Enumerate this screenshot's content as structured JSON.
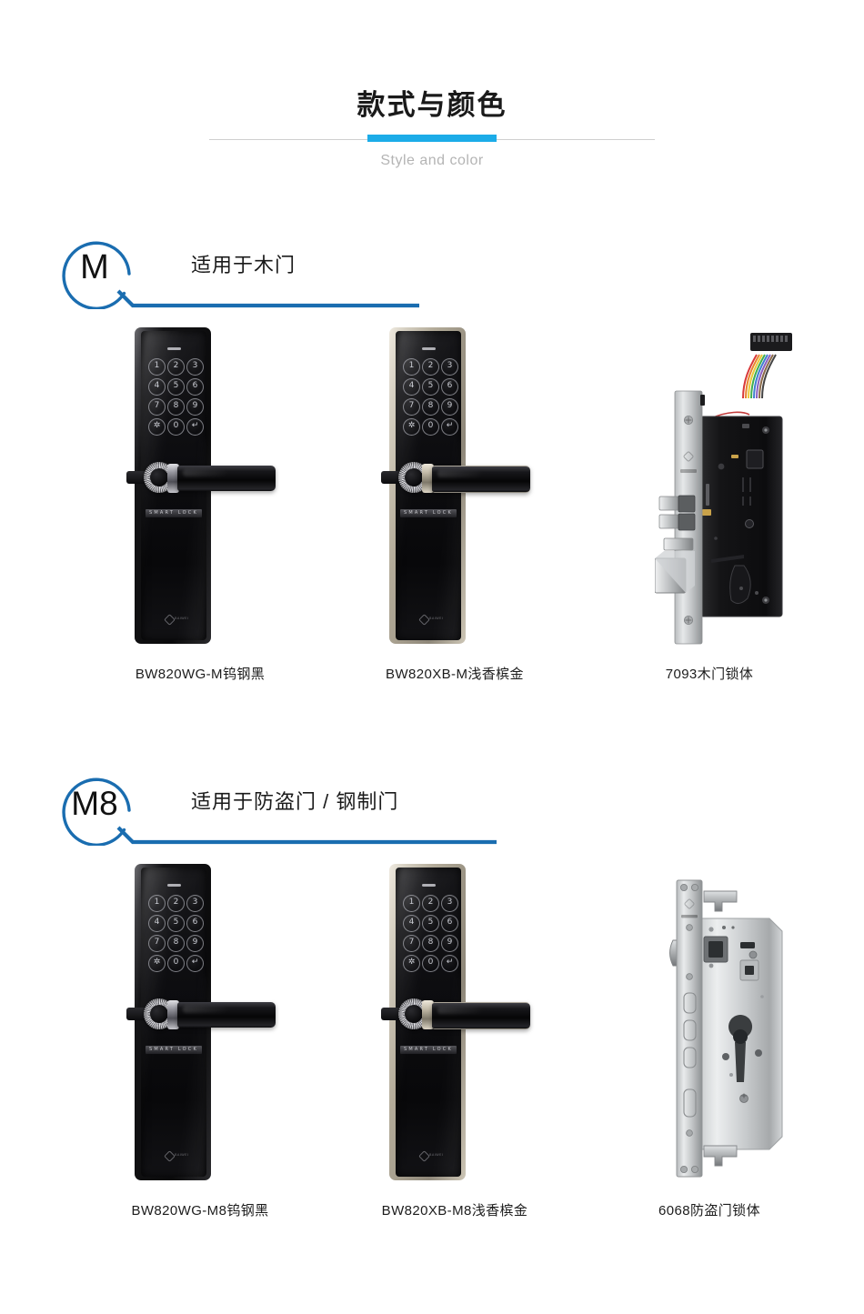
{
  "page": {
    "background": "#ffffff",
    "accent_cyan": "#1cace8",
    "accent_blue": "#1a6db0"
  },
  "header": {
    "title": "款式与颜色",
    "subtitle": "Style and color"
  },
  "sections": [
    {
      "badge": "M",
      "label": "适用于木门",
      "products": [
        {
          "caption": "BW820WG-M钨钢黑",
          "type": "lock-panel",
          "finish": "black",
          "brandstrip": "SMART LOCK",
          "logo_text": "BAIWEI"
        },
        {
          "caption": "BW820XB-M浅香槟金",
          "type": "lock-panel",
          "finish": "gold",
          "brandstrip": "SMART LOCK",
          "logo_text": "BAIWEI"
        },
        {
          "caption": "7093木门锁体",
          "type": "mortise-wood",
          "finish": "steel-black",
          "has_ribbon_cable": true
        }
      ]
    },
    {
      "badge": "M8",
      "label": "适用于防盗门 / 钢制门",
      "products": [
        {
          "caption": "BW820WG-M8钨钢黑",
          "type": "lock-panel",
          "finish": "black",
          "brandstrip": "SMART LOCK",
          "logo_text": "BAIWEI"
        },
        {
          "caption": "BW820XB-M8浅香槟金",
          "type": "lock-panel",
          "finish": "gold",
          "brandstrip": "SMART LOCK",
          "logo_text": "BAIWEI"
        },
        {
          "caption": "6068防盗门锁体",
          "type": "mortise-security",
          "finish": "stainless",
          "has_ribbon_cable": false
        }
      ]
    }
  ],
  "keypad": {
    "keys": [
      "1",
      "2",
      "3",
      "4",
      "5",
      "6",
      "7",
      "8",
      "9",
      "✲",
      "0",
      "↵"
    ]
  }
}
